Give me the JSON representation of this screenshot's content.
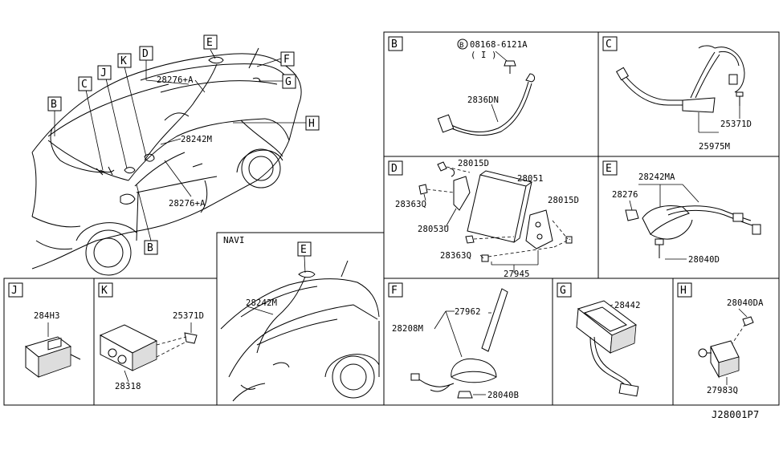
{
  "diagram_ref": "J28001P7",
  "navi_label": "NAVI",
  "main_callouts": {
    "B1": "B",
    "C": "C",
    "J": "J",
    "K": "K",
    "D": "D",
    "E": "E",
    "F": "F",
    "G": "G",
    "H": "H",
    "B2": "B",
    "p28276A_top": "28276+A",
    "p28242M": "28242M",
    "p28276A_bottom": "28276+A"
  },
  "panel_B": {
    "letter": "B",
    "p08168": "08168-6121A",
    "qty": "( I )",
    "p28360N": "2836DN",
    "circle_b": "B"
  },
  "panel_C": {
    "letter": "C",
    "p25371D": "25371D",
    "p25975M": "25975M"
  },
  "panel_D": {
    "letter": "D",
    "p28015D_top": "28015D",
    "p28051": "28051",
    "p28015D_right": "28015D",
    "p28363Q_left": "28363Q",
    "p28053U": "28053U",
    "p28363Q_bottom": "28363Q",
    "p27945": "27945"
  },
  "panel_E": {
    "letter": "E",
    "p28242MA": "28242MA",
    "p28276": "28276",
    "p28040D": "28040D"
  },
  "panel_J": {
    "letter": "J",
    "p284H3": "284H3"
  },
  "panel_K": {
    "letter": "K",
    "p25371D": "25371D",
    "p28318": "28318"
  },
  "panel_navi": {
    "letter": "E",
    "p28242M": "28242M"
  },
  "panel_F": {
    "letter": "F",
    "p28208M": "28208M",
    "p27962": "27962",
    "p28040B": "28040B"
  },
  "panel_G": {
    "letter": "G",
    "p28442": "28442"
  },
  "panel_H": {
    "letter": "H",
    "p28040DA": "28040DA",
    "p27983Q": "27983Q"
  }
}
